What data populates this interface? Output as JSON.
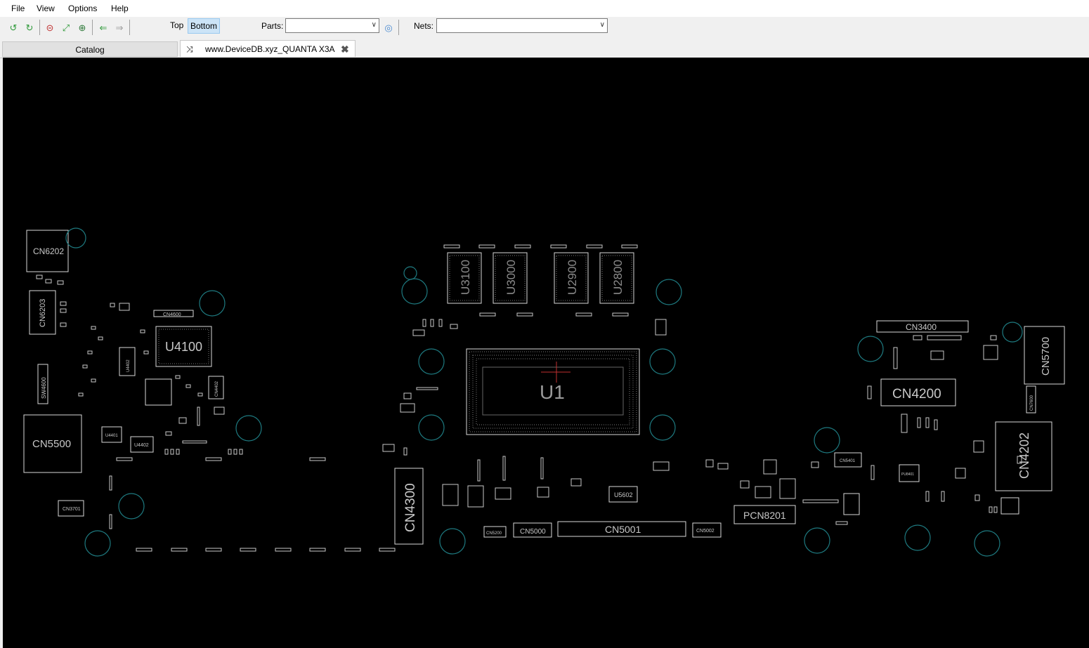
{
  "menu": {
    "file": "File",
    "view": "View",
    "options": "Options",
    "help": "Help"
  },
  "toolbar": {
    "top_label": "Top",
    "bottom_label": "Bottom",
    "parts_label": "Parts:",
    "parts_value": "",
    "nets_label": "Nets:",
    "nets_value": "",
    "icons": [
      "rotate-left-icon",
      "rotate-right-icon",
      "zoom-out-icon",
      "fit-icon",
      "zoom-in-icon",
      "back-arrow-icon",
      "forward-arrow-icon",
      "search-bulb-icon"
    ]
  },
  "tabs": {
    "catalog": "Catalog",
    "board": "www.DeviceDB.xyz_QUANTA X3A"
  },
  "board": {
    "labels": {
      "cn6202": "CN6202",
      "cn6203": "CN6203",
      "sw4600": "SW4600",
      "cn5500": "CN5500",
      "cn3701": "CN3701",
      "cn4600": "CN4600",
      "u4100": "U4100",
      "u4402": "U4402",
      "u4401": "U4401",
      "u4402b": "U4402",
      "cn4402": "CN4402",
      "cn4300": "CN4300",
      "u3100": "U3100",
      "u3000": "U3000",
      "u2900": "U2900",
      "u2800": "U2800",
      "u1": "U1",
      "cn5200": "CN5200",
      "cn5000": "CN5000",
      "cn5001": "CN5001",
      "cn5002": "CN5002",
      "u5602": "U5602",
      "pcn8201": "PCN8201",
      "cn5401": "CN5401",
      "cn3400": "CN3400",
      "cn4200": "CN4200",
      "cn5700": "CN5700",
      "cn4202": "CN4202",
      "cn7600": "CN7600",
      "pu8401": "PU8401"
    },
    "colors": {
      "outline": "#d8d8d8",
      "hole": "#1e7a80",
      "background": "#000000"
    }
  }
}
